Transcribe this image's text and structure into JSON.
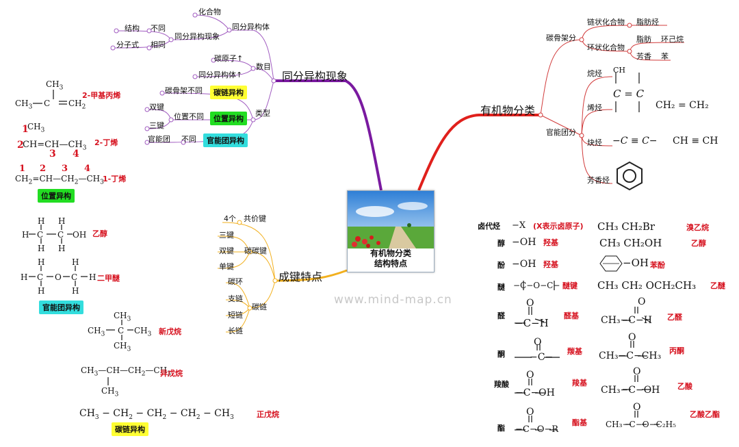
{
  "center": {
    "line1": "有机物分类",
    "line2": "结构特点"
  },
  "watermark": "www.mind-map.cn",
  "isomerism": {
    "title": "同分异构现象",
    "isomers_label": "同分异构体",
    "compound": "化合物",
    "phenomenon": "同分异构现象",
    "structure": "结构",
    "different": "不同",
    "formula": "分子式",
    "same": "相同",
    "count": "数目",
    "carbon_atoms": "碳原子↑",
    "isomer_count": "同分异构体↑",
    "type": "类型",
    "skeleton_diff": "碳骨架不同",
    "chain_isomer": "碳链异构",
    "double_bond": "双键",
    "triple_bond": "三键",
    "position_diff": "位置不同",
    "position_isomer": "位置异构",
    "functional_group": "官能团",
    "fg_different": "不同",
    "fg_isomer": "官能团异构"
  },
  "bonding": {
    "title": "成键特点",
    "four": "4个",
    "covalent": "共价键",
    "triple": "三键",
    "double": "双键",
    "single": "单键",
    "cc_bond": "碳碳键",
    "ring": "碳环",
    "branch": "支链",
    "short": "短链",
    "long": "长链",
    "carbon_chain": "碳链"
  },
  "classification": {
    "title": "有机物分类",
    "skeleton": "碳骨架分",
    "chain_compound": "链状化合物",
    "aliphatic_hc": "脂肪烃",
    "ring_compound": "环状化合物",
    "alicyclic": "脂肪",
    "cyclohexane": "环己烷",
    "aromatic": "芳香",
    "benzene": "苯",
    "fg_classify": "官能团分",
    "alkane": "烷烃",
    "alkene": "烯烃",
    "alkyne": "炔烃",
    "arene": "芳香烃",
    "alkene_fg": "C = C",
    "alkene_ex": "CH₂ = CH₂",
    "alkyne_fg": "−C ≡ C−",
    "alkyne_ex": "CH ≡ CH",
    "alkane_partial": "CH"
  },
  "left_examples": {
    "methylpropene_name": "2-甲基丙烯",
    "butene2_name": "2-丁烯",
    "butene1_name": "1-丁烯",
    "position_isomer_tag": "位置异构",
    "ethanol_name": "乙醇",
    "dimethylether_name": "二甲醚",
    "fg_isomer_tag": "官能团异构",
    "neopentane_name": "新戊烷",
    "isopentane_name": "异戊烷",
    "npentane_name": "正戊烷",
    "chain_isomer_tag": "碳链异构"
  },
  "functional_table": {
    "rows": [
      {
        "cls": "卤代烃",
        "group": "−X",
        "note": "(X表示卤原子)",
        "example": "CH₃ CH₂Br",
        "ex_name": "溴乙烷"
      },
      {
        "cls": "醇",
        "group": "−OH",
        "note": "羟基",
        "example": "CH₃ CH₂OH",
        "ex_name": "乙醇"
      },
      {
        "cls": "酚",
        "group": "−OH",
        "note": "羟基",
        "example": "−OH",
        "ex_name": "苯酚"
      },
      {
        "cls": "醚",
        "group": "−C−O−C−",
        "note": "醚键",
        "example": "CH₃ CH₂ OCH₂CH₃",
        "ex_name": "乙醚"
      },
      {
        "cls": "醛",
        "group": "−C−H",
        "note": "醛基",
        "example": "CH₃−C−H",
        "ex_name": "乙醛"
      },
      {
        "cls": "酮",
        "group": "−C−",
        "note": "羰基",
        "example": "CH₃−C−CH₃",
        "ex_name": "丙酮"
      },
      {
        "cls": "羧酸",
        "group": "−C−OH",
        "note": "羧基",
        "example": "CH₃−C−OH",
        "ex_name": "乙酸"
      },
      {
        "cls": "酯",
        "group": "−C−O−R",
        "note": "酯基",
        "example": "CH₃−C−O−C₂H₅",
        "ex_name": "乙酸乙酯"
      }
    ]
  },
  "colors": {
    "purple": "#7a1aa0",
    "red": "#e0201c",
    "gold": "#f2b01e",
    "node_line": "#d13b3b"
  }
}
